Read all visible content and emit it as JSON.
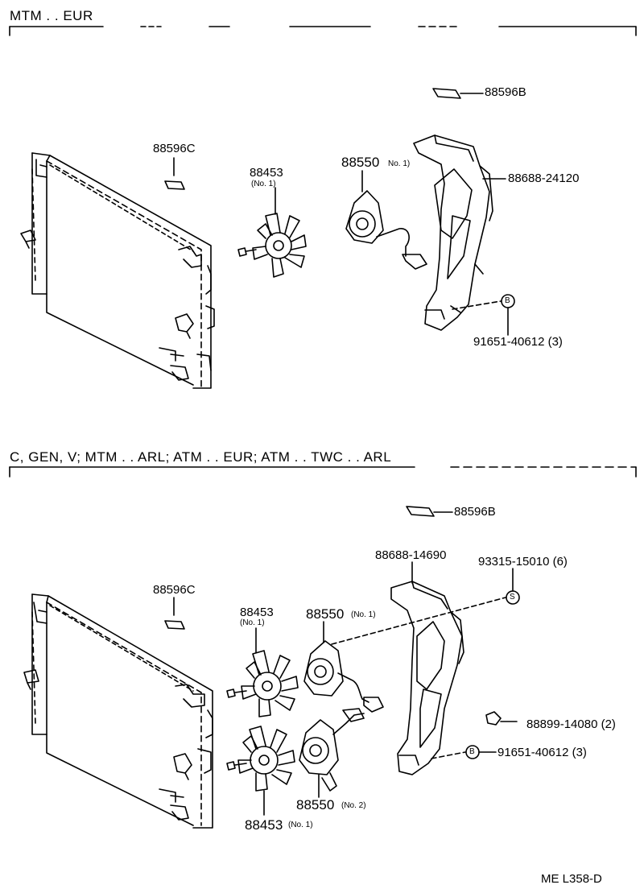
{
  "sections": [
    {
      "header": "MTM . . EUR",
      "labels": {
        "bracket_tag": "88596B",
        "radiator_tag": "88596C",
        "fan": "88453",
        "fan_note": "(No. 1)",
        "motor": "88550",
        "motor_note": "No. 1)",
        "shroud": "88688-24120",
        "bolt_symbol": "B",
        "bolt": "91651-40612 (3)"
      }
    },
    {
      "header": "C, GEN, V;   MTM . . ARL;   ATM . . EUR;   ATM . . TWC . . ARL",
      "labels": {
        "bracket_tag": "88596B",
        "radiator_tag": "88596C",
        "shroud": "88688-14690",
        "screw": "93315-15010 (6)",
        "screw_symbol": "S",
        "fan_1": "88453",
        "fan_1_note": "(No. 1)",
        "motor_1": "88550",
        "motor_1_note": "(No. 1)",
        "clip": "88899-14080 (2)",
        "bolt_symbol": "B",
        "bolt": "91651-40612 (3)",
        "motor_2": "88550",
        "motor_2_note": "(No. 2)",
        "fan_2": "88453",
        "fan_2_note": "(No. 1)"
      }
    }
  ],
  "footer": "ME  L358-D"
}
